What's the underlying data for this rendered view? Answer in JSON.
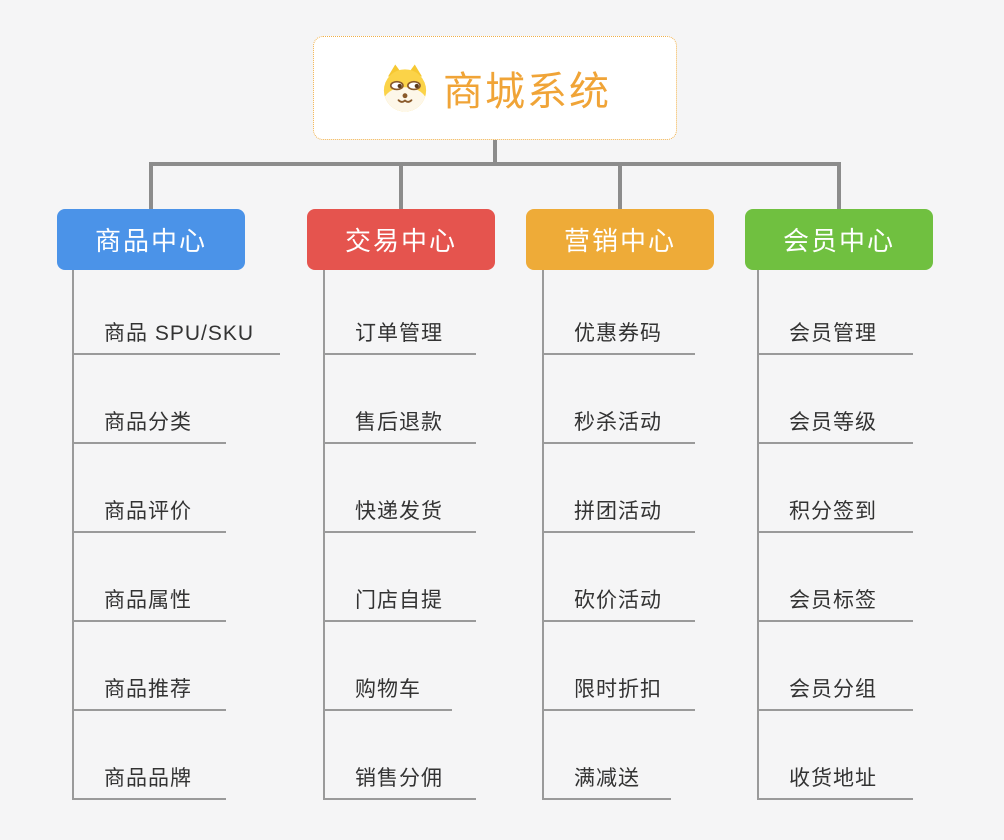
{
  "root": {
    "title": "商城系统",
    "icon": "dog-face-icon"
  },
  "branches": [
    {
      "title": "商品中心",
      "color": "#4b93e8",
      "items": [
        "商品 SPU/SKU",
        "商品分类",
        "商品评价",
        "商品属性",
        "商品推荐",
        "商品品牌"
      ]
    },
    {
      "title": "交易中心",
      "color": "#e5544e",
      "items": [
        "订单管理",
        "售后退款",
        "快递发货",
        "门店自提",
        "购物车",
        "销售分佣"
      ]
    },
    {
      "title": "营销中心",
      "color": "#eeab38",
      "items": [
        "优惠券码",
        "秒杀活动",
        "拼团活动",
        "砍价活动",
        "限时折扣",
        "满减送"
      ]
    },
    {
      "title": "会员中心",
      "color": "#70c040",
      "items": [
        "会员管理",
        "会员等级",
        "积分签到",
        "会员标签",
        "会员分组",
        "收货地址"
      ]
    }
  ],
  "colors": {
    "root_text": "#f0a437",
    "root_border": "#f0b04a",
    "connector": "#8c8c8c",
    "branch_line": "#9a9a9a",
    "item_text": "#333333",
    "background": "#f5f5f6"
  }
}
